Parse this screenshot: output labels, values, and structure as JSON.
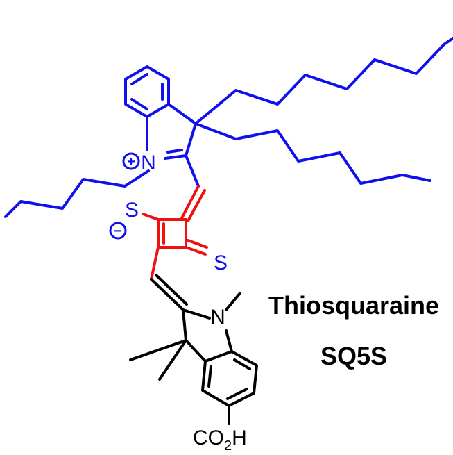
{
  "colors": {
    "cationic_indolium": "#1010ee",
    "squarate_core": "#ee1111",
    "indoline_unit": "#000000"
  },
  "labels": {
    "n_plus": "N",
    "plus_sign": "+",
    "s_minus": "S",
    "minus_sign": "−",
    "s_thione": "S",
    "n_methyl": "N",
    "cooh_main": "CO",
    "cooh_sub": "2",
    "cooh_h": "H"
  },
  "caption": {
    "line1": "Thiosquaraine",
    "line2": "SQ5S"
  }
}
